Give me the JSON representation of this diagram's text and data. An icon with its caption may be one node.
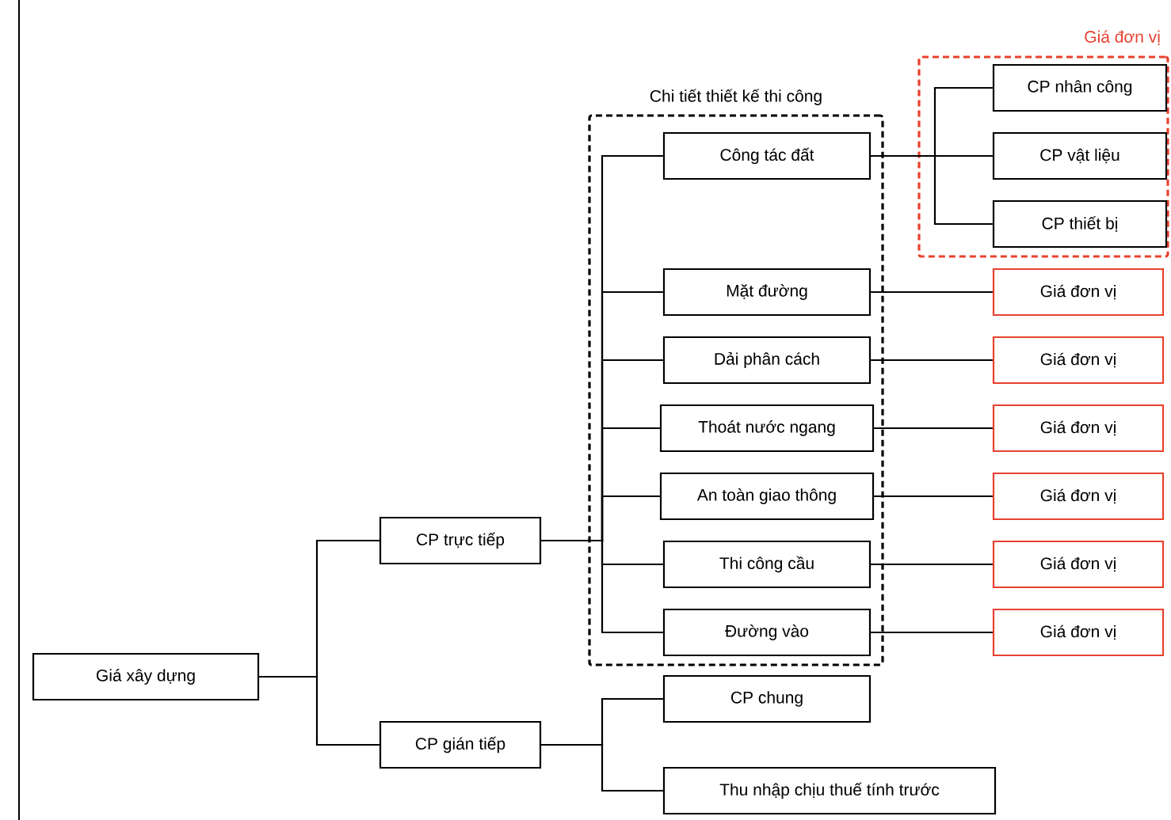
{
  "diagram": {
    "nodes": [
      {
        "text": [
          "Giá xây dựng"
        ]
      },
      {
        "text": [
          "CP trực tiếp"
        ]
      },
      {
        "text": [
          "CP gián tiếp"
        ]
      },
      {
        "text": [
          "Chi tiết thiết kế thi công"
        ]
      },
      {
        "text": [
          "Công tác đất"
        ],
        "in": 3
      },
      {
        "text": [
          "Mặt đường"
        ],
        "in": 3
      },
      {
        "text": [
          "Dải phân cách"
        ],
        "in": 3
      },
      {
        "text": [
          "Thoát nước ngang"
        ],
        "in": 3
      },
      {
        "text": [
          "An toàn giao thông"
        ],
        "in": 3
      },
      {
        "text": [
          "Thi công cầu"
        ],
        "in": 3
      },
      {
        "text": [
          "Đường vào"
        ],
        "in": 3
      },
      {
        "text": [
          "Giá đơn vị"
        ]
      },
      {
        "text": [
          "CP nhân công"
        ],
        "in": 11
      },
      {
        "text": [
          "CP vật liệu"
        ],
        "in": 11
      },
      {
        "text": [
          "CP thiết bị"
        ],
        "in": 11
      },
      {
        "text": [
          "Giá đơn vị"
        ]
      },
      {
        "text": [
          "Giá đơn vị"
        ]
      },
      {
        "text": [
          "Giá đơn vị"
        ]
      },
      {
        "text": [
          "Giá đơn vị"
        ]
      },
      {
        "text": [
          "Giá đơn vị"
        ]
      },
      {
        "text": [
          "Giá đơn vị"
        ]
      },
      {
        "text": [
          "CP chung"
        ]
      },
      {
        "text": [
          "Thu nhập chịu thuế tính trước"
        ]
      }
    ],
    "edges": [
      {
        "from": 0,
        "to": 1,
        "arrow": "none"
      },
      {
        "from": 0,
        "to": 2,
        "arrow": "none"
      },
      {
        "from": 1,
        "to": 4,
        "arrow": "none"
      },
      {
        "from": 1,
        "to": 5,
        "arrow": "none"
      },
      {
        "from": 1,
        "to": 6,
        "arrow": "none"
      },
      {
        "from": 1,
        "to": 7,
        "arrow": "none"
      },
      {
        "from": 1,
        "to": 8,
        "arrow": "none"
      },
      {
        "from": 1,
        "to": 9,
        "arrow": "none"
      },
      {
        "from": 1,
        "to": 10,
        "arrow": "none"
      },
      {
        "from": 4,
        "to": 12,
        "arrow": "none"
      },
      {
        "from": 4,
        "to": 13,
        "arrow": "none"
      },
      {
        "from": 4,
        "to": 14,
        "arrow": "none"
      },
      {
        "from": 5,
        "to": 15,
        "arrow": "none"
      },
      {
        "from": 6,
        "to": 16,
        "arrow": "none"
      },
      {
        "from": 7,
        "to": 17,
        "arrow": "none"
      },
      {
        "from": 8,
        "to": 18,
        "arrow": "none"
      },
      {
        "from": 9,
        "to": 19,
        "arrow": "none"
      },
      {
        "from": 10,
        "to": 20,
        "arrow": "none"
      },
      {
        "from": 2,
        "to": 21,
        "arrow": "none"
      },
      {
        "from": 2,
        "to": 22,
        "arrow": "none"
      }
    ]
  }
}
